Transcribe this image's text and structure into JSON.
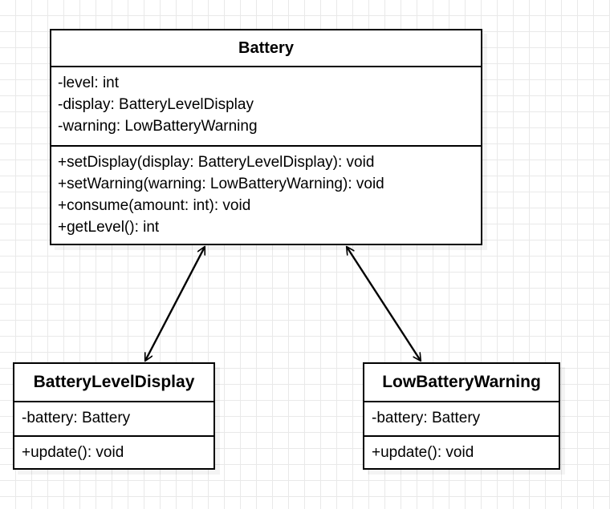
{
  "diagram": {
    "type": "uml-class-diagram",
    "background": "#ffffff",
    "grid_color": "#e9e9e9",
    "line_color": "#000000",
    "classes": [
      {
        "id": "battery",
        "name": "Battery",
        "attributes": [
          "-level: int",
          "-display: BatteryLevelDisplay",
          "-warning: LowBatteryWarning"
        ],
        "methods": [
          "+setDisplay(display: BatteryLevelDisplay): void",
          "+setWarning(warning: LowBatteryWarning): void",
          "+consume(amount: int): void",
          "+getLevel(): int"
        ]
      },
      {
        "id": "batteryleveldisplay",
        "name": "BatteryLevelDisplay",
        "attributes": [
          "-battery: Battery"
        ],
        "methods": [
          "+update(): void"
        ]
      },
      {
        "id": "lowbatterywarning",
        "name": "LowBatteryWarning",
        "attributes": [
          "-battery: Battery"
        ],
        "methods": [
          "+update(): void"
        ]
      }
    ],
    "relationships": [
      {
        "id": "battery-to-batteryleveldisplay",
        "kind": "bidirectional-association",
        "from": "Battery",
        "to": "BatteryLevelDisplay",
        "arrowhead_style": "open",
        "arrow_both_ends": true
      },
      {
        "id": "battery-to-lowbatterywarning",
        "kind": "bidirectional-association",
        "from": "Battery",
        "to": "LowBatteryWarning",
        "arrowhead_style": "open",
        "arrow_both_ends": true
      }
    ]
  }
}
